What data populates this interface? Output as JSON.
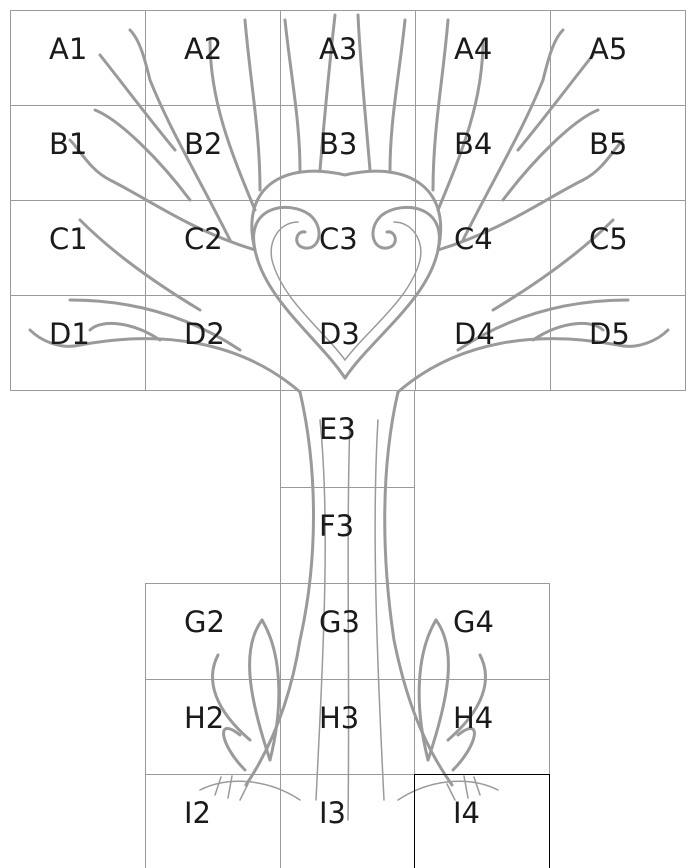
{
  "colors": {
    "line_art": "#9a9a9a",
    "grid_line": "#9a9a9a",
    "highlight_cell_border": "#000000",
    "label": "#1a1a1a",
    "background": "#ffffff"
  },
  "grid": {
    "rows": [
      {
        "id": "A",
        "cells": [
          "A1",
          "A2",
          "A3",
          "A4",
          "A5"
        ]
      },
      {
        "id": "B",
        "cells": [
          "B1",
          "B2",
          "B3",
          "B4",
          "B5"
        ]
      },
      {
        "id": "C",
        "cells": [
          "C1",
          "C2",
          "C3",
          "C4",
          "C5"
        ]
      },
      {
        "id": "D",
        "cells": [
          "D1",
          "D2",
          "D3",
          "D4",
          "D5"
        ]
      },
      {
        "id": "E",
        "cells": [
          "E3"
        ]
      },
      {
        "id": "F",
        "cells": [
          "F3"
        ]
      },
      {
        "id": "G",
        "cells": [
          "G2",
          "G3",
          "G4"
        ]
      },
      {
        "id": "H",
        "cells": [
          "H2",
          "H3",
          "H4"
        ]
      },
      {
        "id": "I",
        "cells": [
          "I2",
          "I3",
          "I4"
        ]
      }
    ],
    "highlighted_cell": "I4"
  },
  "illustration": {
    "subject": "tree-with-heart-branches-and-ferns"
  }
}
